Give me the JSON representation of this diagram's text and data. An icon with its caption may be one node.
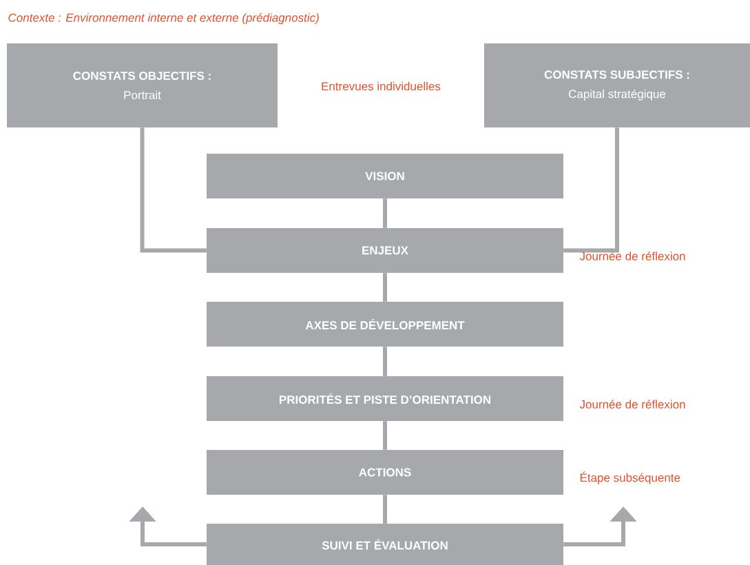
{
  "diagram": {
    "title": "Contexte : Environnement interne et externe (prédiagnostic)",
    "nodes": [
      {
        "text": [
          "CONSTATS OBJECTIFS :",
          "Portrait"
        ]
      },
      {
        "text": [
          "CONSTATS SUBJECTIFS :",
          "Capital stratégique"
        ]
      },
      {
        "text": [
          "VISION"
        ]
      },
      {
        "text": [
          "ENJEUX"
        ],
        "beside": [
          "Journée de réflexion"
        ]
      },
      {
        "text": [
          "AXES DE DÉVELOPPEMENT"
        ]
      },
      {
        "text": [
          "PRIORITÉS ET PISTE D’ORIENTATION"
        ],
        "beside": [
          "Journée de réflexion"
        ]
      },
      {
        "text": [
          "ACTIONS"
        ],
        "beside": [
          "Étape subséquente"
        ]
      },
      {
        "text": [
          "SUIVI ET ÉVALUATION"
        ]
      }
    ],
    "edges": [
      {
        "from": 0,
        "to": 3,
        "arrow": "none"
      },
      {
        "from": 1,
        "to": 3,
        "arrow": "none"
      },
      {
        "from": 2,
        "to": 3,
        "arrow": "none"
      },
      {
        "from": 3,
        "to": 4,
        "arrow": "none"
      },
      {
        "from": 4,
        "to": 5,
        "arrow": "none"
      },
      {
        "from": 5,
        "to": 6,
        "arrow": "none"
      },
      {
        "from": 6,
        "to": 7,
        "arrow": "none"
      },
      {
        "from": 7,
        "to": null,
        "arrow": "to"
      },
      {
        "from": 7,
        "to": null,
        "arrow": "to"
      }
    ],
    "labels": [
      "Entrevues individuelles"
    ]
  }
}
